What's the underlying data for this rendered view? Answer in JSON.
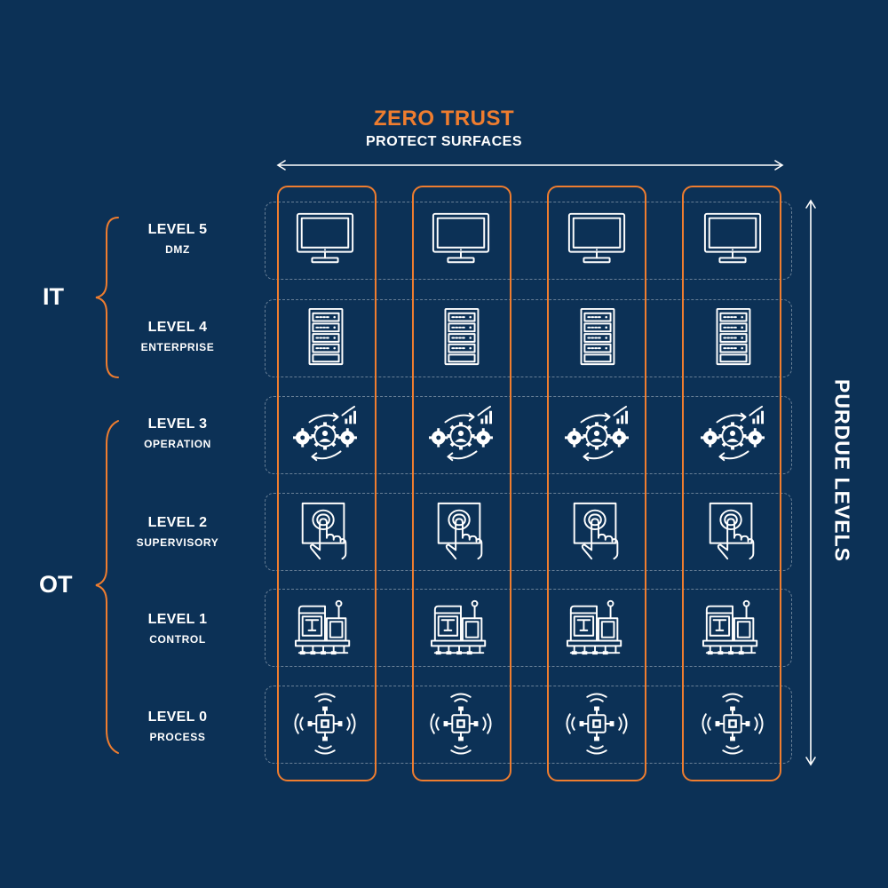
{
  "header": {
    "title": "ZERO TRUST",
    "subtitle": "PROTECT SURFACES"
  },
  "side_axis": {
    "label": "PURDUE LEVELS"
  },
  "groups": {
    "it": "IT",
    "ot": "OT"
  },
  "levels": [
    {
      "name": "LEVEL 5",
      "sub": "DMZ",
      "icon": "monitor-icon"
    },
    {
      "name": "LEVEL 4",
      "sub": "ENTERPRISE",
      "icon": "server-rack-icon"
    },
    {
      "name": "LEVEL 3",
      "sub": "OPERATION",
      "icon": "operations-gears-icon"
    },
    {
      "name": "LEVEL 2",
      "sub": "SUPERVISORY",
      "icon": "touch-panel-icon"
    },
    {
      "name": "LEVEL 1",
      "sub": "CONTROL",
      "icon": "control-machine-icon"
    },
    {
      "name": "LEVEL 0",
      "sub": "PROCESS",
      "icon": "sensor-chip-icon"
    }
  ],
  "protect_surface_count": 4,
  "colors": {
    "background": "#0c3156",
    "accent": "#ef7d2f",
    "text": "#ffffff",
    "dashed_row": "rgba(255,255,255,0.38)"
  }
}
